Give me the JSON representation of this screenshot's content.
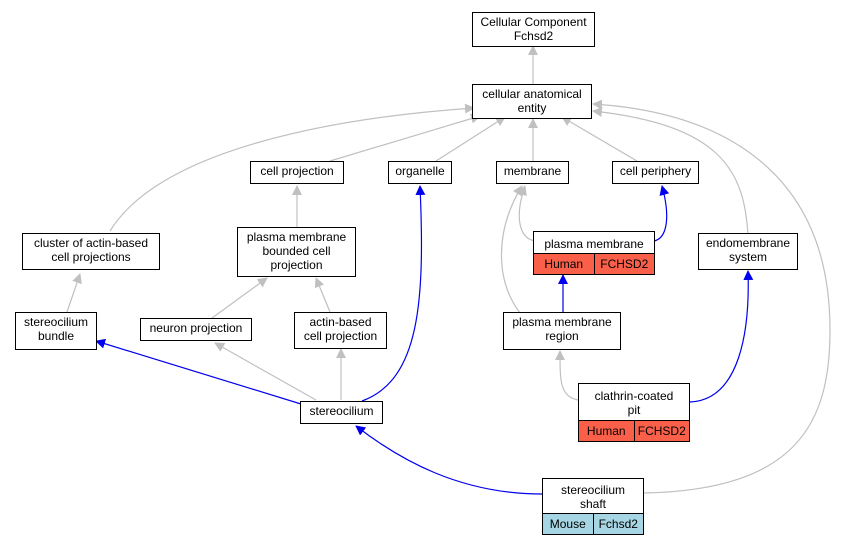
{
  "colors": {
    "is_a_edge": "#c0c0c0",
    "part_of_edge": "#0000ee",
    "human_tag": "#fa6049",
    "mouse_tag": "#a6d5e3"
  },
  "nodes": {
    "cellular_component": "Cellular Component\nFchsd2",
    "cellular_anatomical_entity": "cellular anatomical\nentity",
    "cell_projection": "cell projection",
    "organelle": "organelle",
    "membrane": "membrane",
    "cell_periphery": "cell periphery",
    "cluster_actin": "cluster of actin-based\ncell projections",
    "pm_bounded": "plasma membrane\nbounded cell\nprojection",
    "plasma_membrane": "plasma membrane",
    "plasma_membrane_species": "Human",
    "plasma_membrane_gene": "FCHSD2",
    "endomembrane": "endomembrane\nsystem",
    "stereocilium_bundle": "stereocilium\nbundle",
    "neuron_projection": "neuron projection",
    "actin_based": "actin-based\ncell projection",
    "pm_region": "plasma membrane\nregion",
    "stereocilium": "stereocilium",
    "clathrin": "clathrin-coated\npit",
    "clathrin_species": "Human",
    "clathrin_gene": "FCHSD2",
    "shaft": "stereocilium\nshaft",
    "shaft_species": "Mouse",
    "shaft_gene": "Fchsd2"
  }
}
